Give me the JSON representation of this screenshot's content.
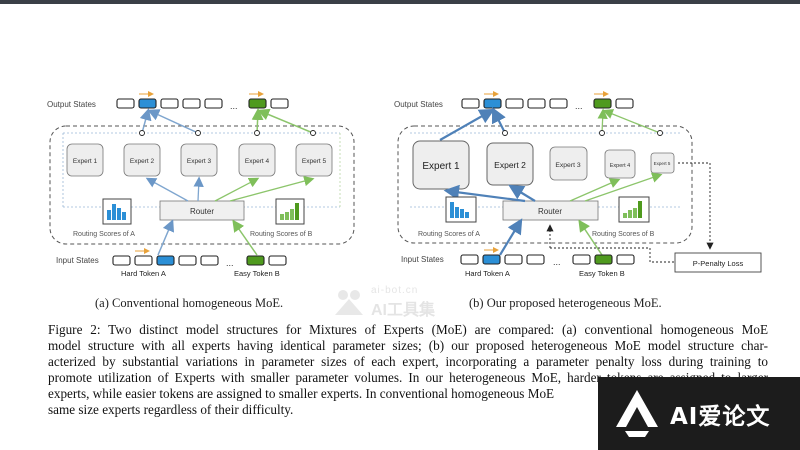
{
  "diagram_a": {
    "output_states": "Output States",
    "input_states": "Input States",
    "experts": [
      "Expert 1",
      "Expert 2",
      "Expert 3",
      "Expert 4",
      "Expert 5"
    ],
    "router": "Router",
    "routing_a": "Routing Scores of A",
    "routing_b": "Routing Scores of B",
    "hard_token": "Hard Token A",
    "easy_token": "Easy Token B",
    "ellipsis": "...",
    "caption": "(a) Conventional homogeneous MoE."
  },
  "diagram_b": {
    "output_states": "Output States",
    "input_states": "Input States",
    "experts": [
      "Expert 1",
      "Expert 2",
      "Expert 3",
      "Expert 4",
      "Expert 5"
    ],
    "router": "Router",
    "routing_a": "Routing Scores of A",
    "routing_b": "Routing Scores of B",
    "hard_token": "Hard Token A",
    "easy_token": "Easy Token B",
    "penalty": "P-Penalty Loss",
    "ellipsis": "...",
    "caption": "(b) Our proposed heterogeneous MoE."
  },
  "figure_caption_lines": [
    "Figure 2: Two distinct model structures for Mixtures of Experts (MoE) are compared: (a) conventional homogeneous MoE",
    "model structure with all experts having identical parameter sizes; (b) our proposed heterogeneous MoE model structure char-",
    "acterized by substantial variations in parameter sizes of each expert, incorporating a parameter penalty loss during training to",
    "promote utilization of Experts with smaller parameter volumes. In our heterogeneous MoE, harder tokens are assigned to larger",
    "experts, while easier tokens are assigned to smaller experts. In conventional homogeneous MoE",
    "same size experts regardless of their difficulty."
  ],
  "watermark": {
    "url": "ai-bot.cn",
    "name": "AI工具集"
  },
  "badge": {
    "text": "AI爱论文"
  },
  "colors": {
    "blue_token": "#2b8fd6",
    "green_token": "#4f9a1e",
    "blue_arrow": "#7fa6cf",
    "green_arrow": "#8cc56b",
    "dashed_border": "#666666",
    "orange_arrow": "#e8a23a"
  }
}
